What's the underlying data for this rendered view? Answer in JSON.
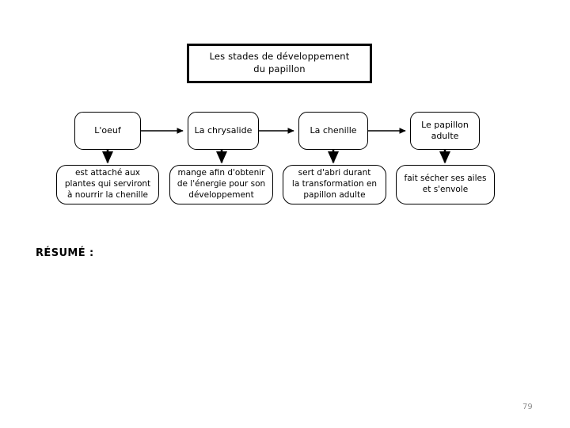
{
  "page": {
    "background_color": "#ffffff",
    "line_color": "#000000",
    "page_number": "79",
    "page_number_color": "#8f8f8f"
  },
  "title": {
    "text": "Les stades de développement\ndu papillon"
  },
  "diagram": {
    "stages": [
      {
        "id": "oeuf",
        "label": "L'oeuf"
      },
      {
        "id": "chrysalide",
        "label": "La chrysalide"
      },
      {
        "id": "chenille",
        "label": "La chenille"
      },
      {
        "id": "papillon",
        "label": "Le papillon\nadulte"
      }
    ],
    "descriptions": [
      {
        "id": "desc-oeuf",
        "text": "est attaché aux\nplantes qui serviront\nà nourrir la chenille"
      },
      {
        "id": "desc-chrysalide",
        "text": "mange afin d'obtenir\nde l'énergie pour son\ndéveloppement"
      },
      {
        "id": "desc-chenille",
        "text": "sert d'abri durant\nla transformation en\npapillon adulte"
      },
      {
        "id": "desc-papillon",
        "text": "fait sécher ses ailes\net s'envole"
      }
    ]
  },
  "resume": {
    "label": "RÉSUMÉ :"
  }
}
